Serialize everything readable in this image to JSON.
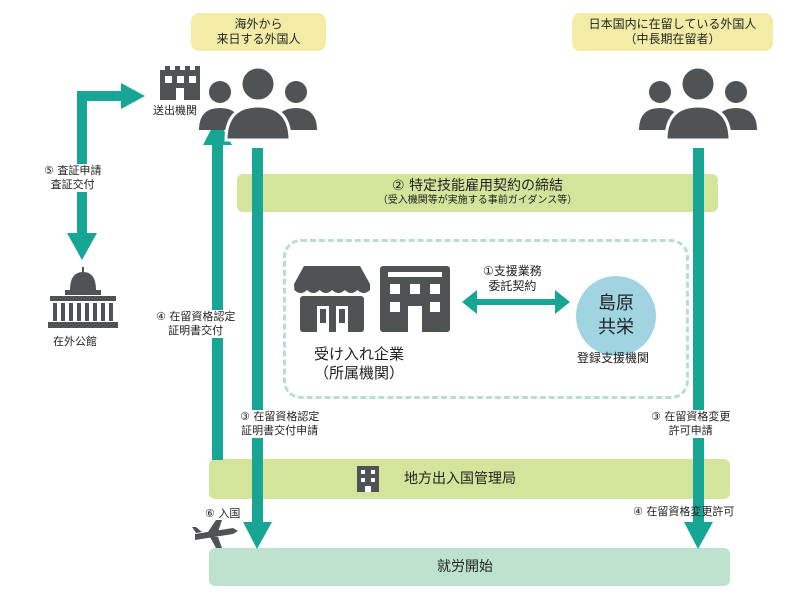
{
  "notes": {
    "overseas": [
      "海外から",
      "来日する外国人"
    ],
    "resident": [
      "日本国内に在留している外国人",
      "（中長期在留者）"
    ]
  },
  "labels": {
    "sending_org": "送出機関",
    "embassy": "在外公館",
    "step5": [
      "⑤ 査証申請",
      "査証交付"
    ],
    "step4_cert": [
      "④ 在留資格認定",
      "証明書交付"
    ],
    "step3_cert": [
      "③ 在留資格認定",
      "証明書交付申請"
    ],
    "step3_change": [
      "③ 在留資格変更",
      "許可申請"
    ],
    "step4_change": "④ 在留資格変更許可",
    "step6": "⑥ 入国",
    "step1": [
      "①支援業務",
      "委託契約"
    ],
    "host_company": [
      "受け入れ企業",
      "（所属機関）"
    ],
    "support_org_name": [
      "島原",
      "共栄"
    ],
    "support_org": "登録支援機関"
  },
  "bands": {
    "contract_title": "② 特定技能雇用契約の締結",
    "contract_sub": "（受入機関等が実施する事前ガイダンス等）",
    "bureau": "地方出入国管理局",
    "start": "就労開始"
  },
  "colors": {
    "arrow": "#16a693",
    "icon_gray": "#4f5356",
    "band_green": "#d3e49b",
    "band_mint": "#bde3cf",
    "note_yellow": "#f3eca6",
    "circle_blue": "#9fd4e0",
    "dashed": "#b8ddd4"
  }
}
